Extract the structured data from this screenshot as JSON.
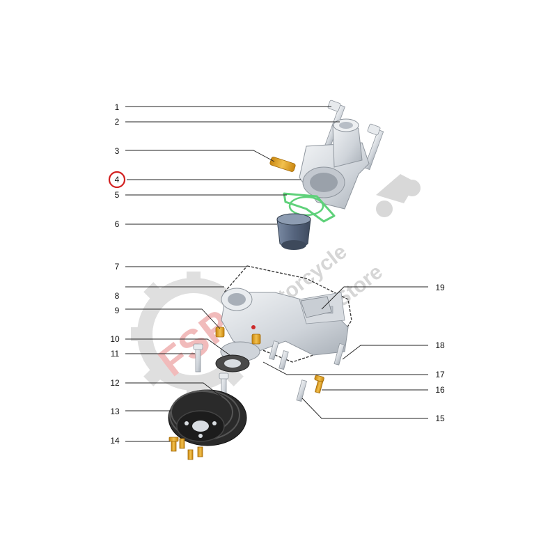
{
  "diagram": {
    "callouts": [
      {
        "id": "1",
        "label": "1"
      },
      {
        "id": "2",
        "label": "2"
      },
      {
        "id": "3",
        "label": "3"
      },
      {
        "id": "4",
        "label": "4",
        "highlighted": true
      },
      {
        "id": "5",
        "label": "5"
      },
      {
        "id": "6",
        "label": "6"
      },
      {
        "id": "7",
        "label": "7"
      },
      {
        "id": "8",
        "label": "8"
      },
      {
        "id": "9",
        "label": "9"
      },
      {
        "id": "10",
        "label": "10"
      },
      {
        "id": "11",
        "label": "11"
      },
      {
        "id": "12",
        "label": "12"
      },
      {
        "id": "13",
        "label": "13"
      },
      {
        "id": "14",
        "label": "14"
      },
      {
        "id": "15",
        "label": "15"
      },
      {
        "id": "16",
        "label": "16"
      },
      {
        "id": "17",
        "label": "17"
      },
      {
        "id": "18",
        "label": "18"
      },
      {
        "id": "19",
        "label": "19"
      }
    ],
    "highlight_color": "#d21f1f",
    "colors": {
      "aluminium": "#d4d8dd",
      "rubber_cap": "#5b6c86",
      "gasket": "#5fd17a",
      "brass": "#e3a020",
      "pulley": "#2a2a2a"
    }
  },
  "watermark": {
    "logo": "FSP",
    "lines": [
      "Motorcycle",
      "Parts Store"
    ]
  }
}
